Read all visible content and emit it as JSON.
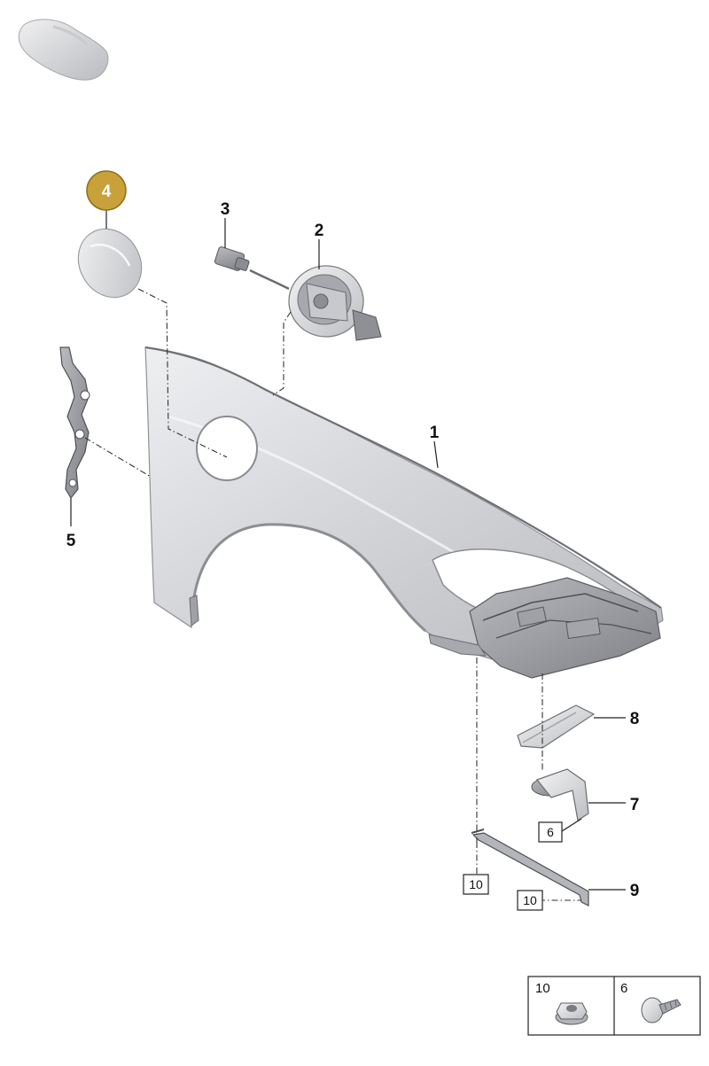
{
  "diagram": {
    "callouts": [
      {
        "id": "part-1",
        "label": "1"
      },
      {
        "id": "part-2",
        "label": "2"
      },
      {
        "id": "part-3",
        "label": "3"
      },
      {
        "id": "part-4",
        "label": "4",
        "highlighted": true
      },
      {
        "id": "part-5",
        "label": "5"
      },
      {
        "id": "part-7",
        "label": "7"
      },
      {
        "id": "part-8",
        "label": "8"
      },
      {
        "id": "part-9",
        "label": "9"
      }
    ],
    "boxed_refs": [
      {
        "id": "ref-6",
        "label": "6"
      },
      {
        "id": "ref-10-left",
        "label": "10"
      },
      {
        "id": "ref-10-right",
        "label": "10"
      }
    ],
    "legend": [
      {
        "label": "10",
        "icon": "flange-nut-icon"
      },
      {
        "label": "6",
        "icon": "screw-icon"
      }
    ]
  },
  "colors": {
    "highlight": "#c8a13a",
    "highlight_border": "#8e6f1c",
    "part_fill": "#dcdde0",
    "part_shadow": "#9a9ca1"
  }
}
